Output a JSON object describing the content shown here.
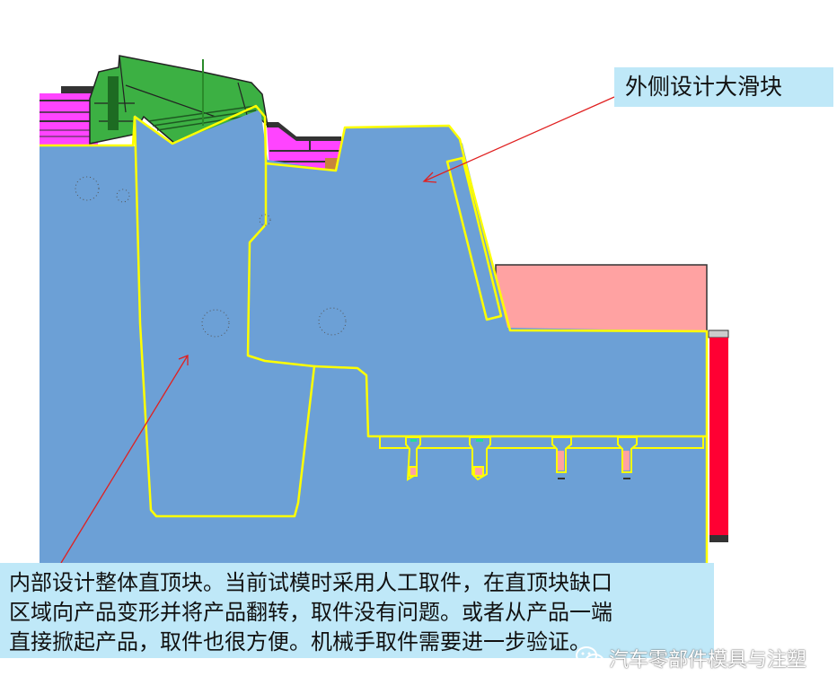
{
  "diagram": {
    "type": "mold cross-section",
    "colors": {
      "mold_base": "#6ca0d6",
      "outline": "#ffff00",
      "product_green": "#3cb043",
      "slider_pink": "#ff44ff",
      "plate_salmon": "#ffa2a2",
      "side_red": "#ff0033",
      "arrow": "#e02020",
      "callout_bg": "#bfe8f8"
    }
  },
  "annotations": {
    "outer_slider": {
      "label": "外侧设计大滑块"
    },
    "inner_lifter": {
      "lines": [
        "内部设计整体直顶块。当前试模时采用人工取件，在直顶块缺口",
        "区域向产品变形并将产品翻转，取件没有问题。或者从产品一端",
        "直接掀起产品，取件也很方便。机械手取件需要进一步验证。"
      ]
    }
  },
  "watermark": {
    "icon": "wechat-icon",
    "text": "汽车零部件模具与注塑"
  }
}
